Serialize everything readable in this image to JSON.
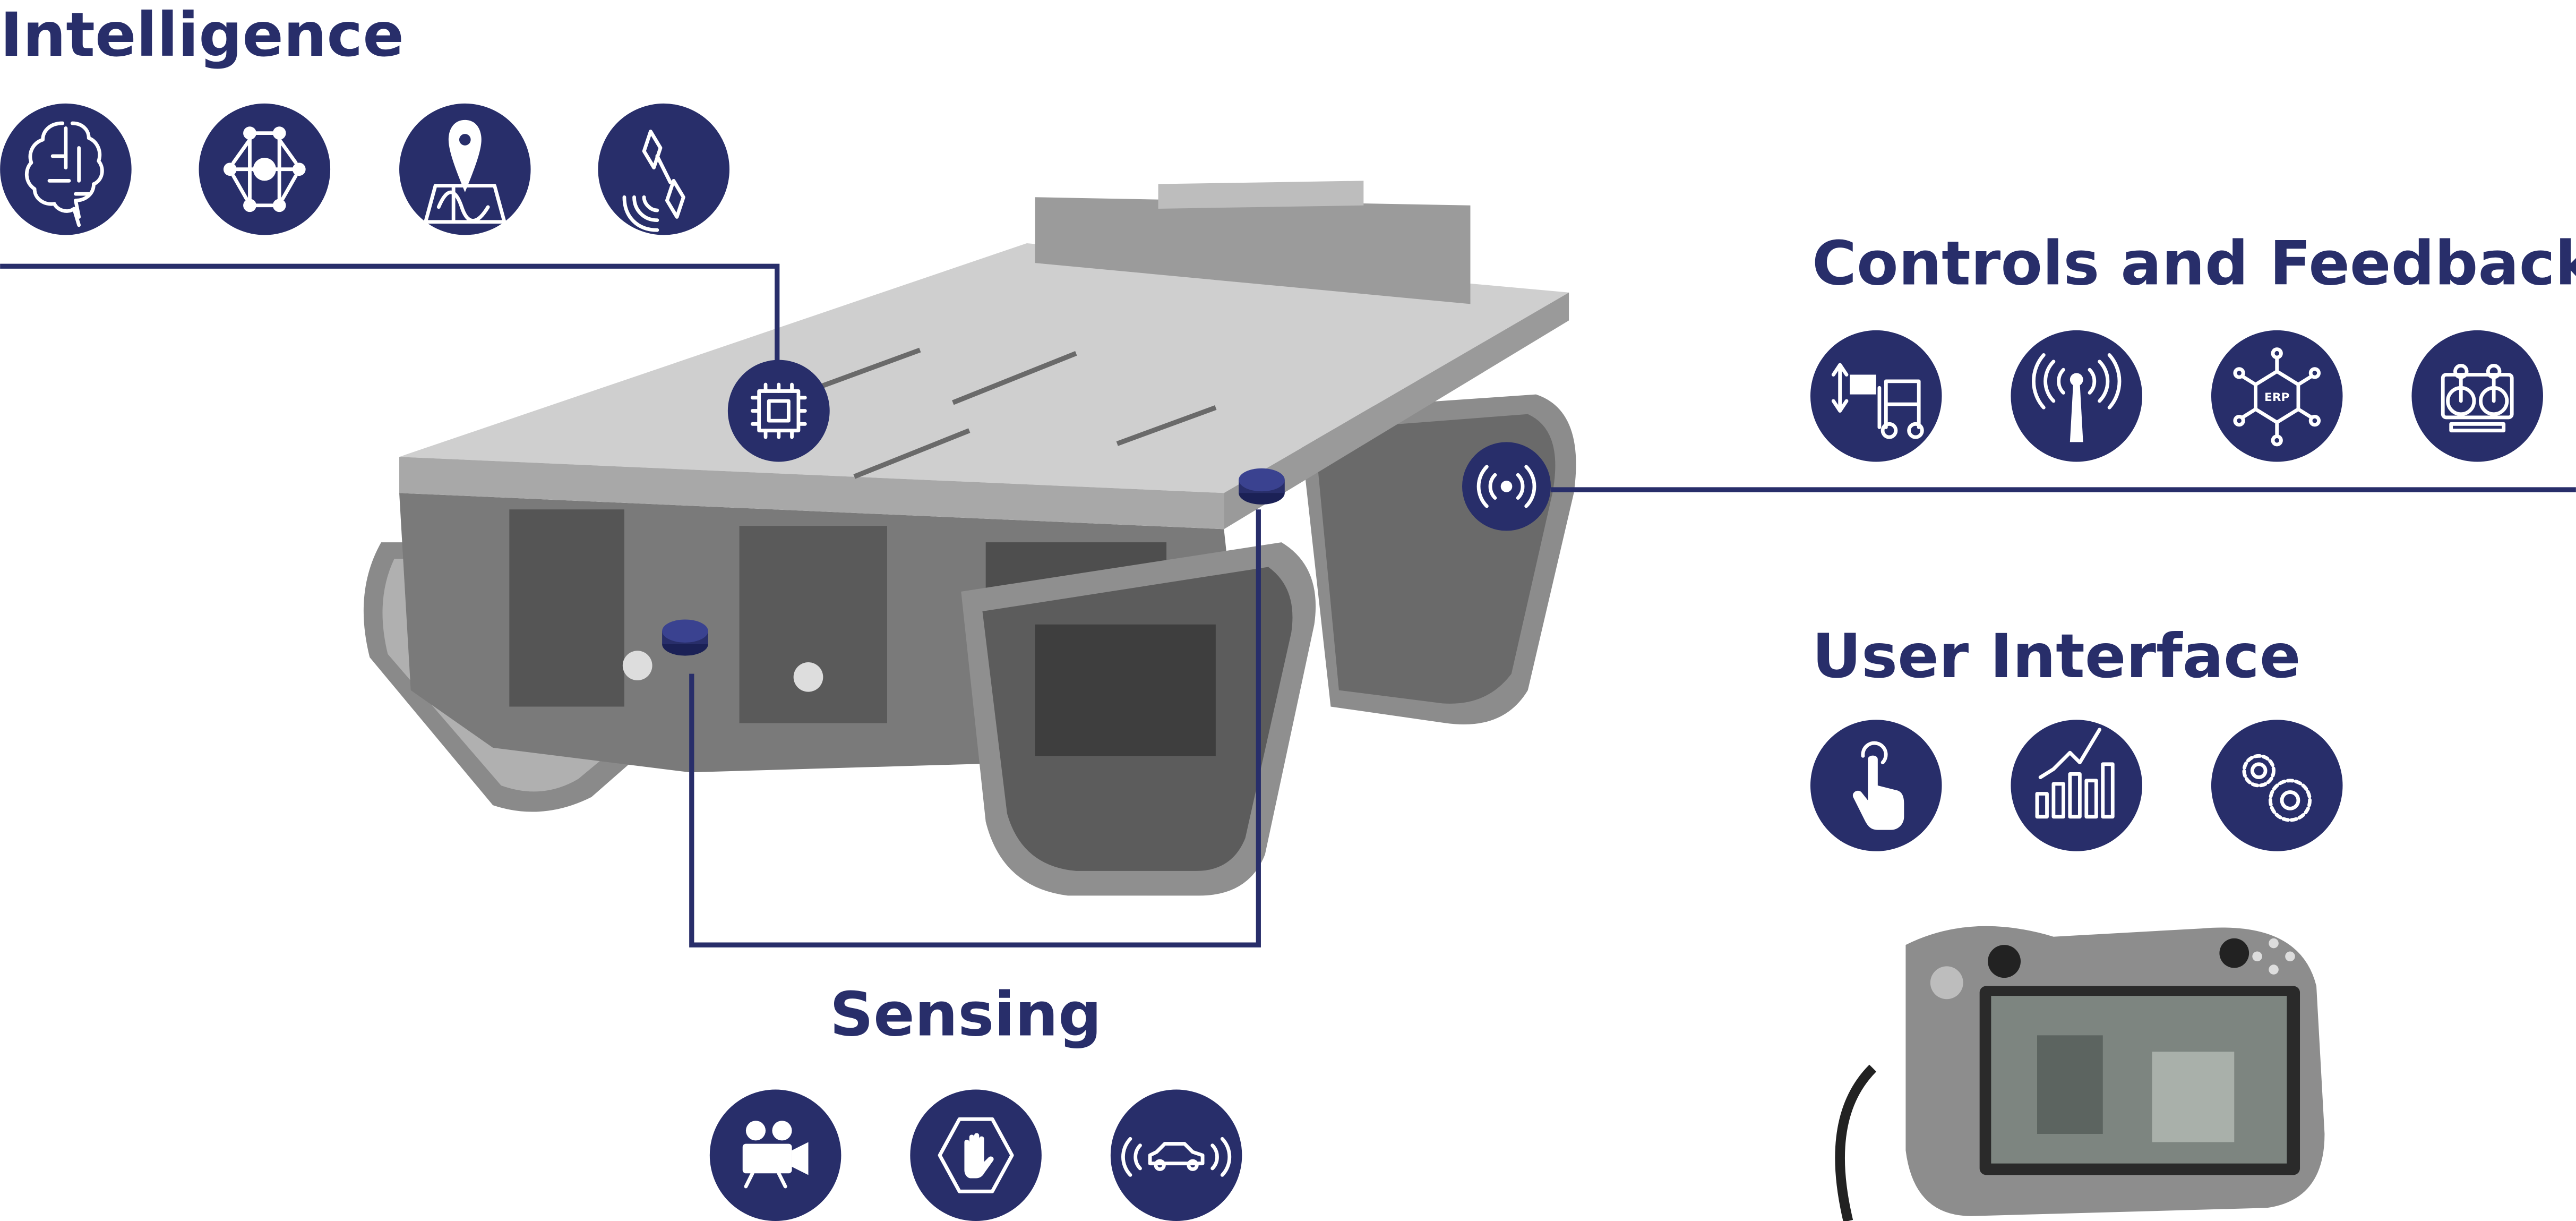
{
  "colors": {
    "brand": "#282e6a",
    "robot_light": "#cfcfcf",
    "robot_mid": "#9a9a9a",
    "robot_dark": "#5e5e5e"
  },
  "sections": {
    "intelligence": {
      "title": "Intelligence",
      "icons": [
        "brain-circuit-icon",
        "neural-network-icon",
        "map-pin-icon",
        "satellite-icon"
      ],
      "hotspot_icon": "processor-chip-icon"
    },
    "controls": {
      "title": "Controls and Feedback",
      "icons": [
        "forklift-icon",
        "radio-antenna-icon",
        "erp-network-icon",
        "joystick-console-icon"
      ],
      "erp_label": "ERP",
      "hotspot_icon": "wireless-signal-icon"
    },
    "user_interface": {
      "title": "User Interface",
      "icons": [
        "touch-hand-icon",
        "growth-chart-icon",
        "gears-icon"
      ],
      "image": "handheld-controller-photo"
    },
    "sensing": {
      "title": "Sensing",
      "icons": [
        "video-camera-icon",
        "stop-hand-icon",
        "car-proximity-icon"
      ],
      "hotspot_icon": "sensor-puck-icon"
    }
  }
}
